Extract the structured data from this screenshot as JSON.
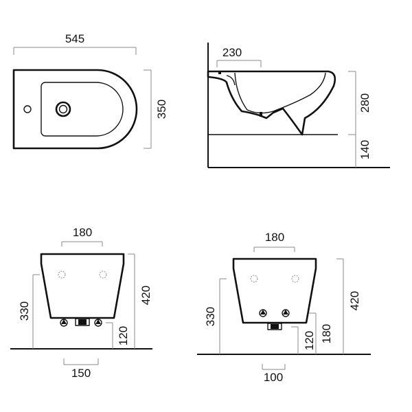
{
  "top_view": {
    "width": "545",
    "depth": "350"
  },
  "side_view": {
    "rim_depth": "230",
    "bowl_height": "280",
    "floor_offset": "140"
  },
  "front_view_left": {
    "top_width": "180",
    "total_height": "420",
    "inlet_height": "330",
    "outlet_height": "120",
    "outlet_spacing": "150"
  },
  "front_view_right": {
    "top_width": "180",
    "total_height": "420",
    "inlet_height": "330",
    "outlet_height": "120",
    "drain_height": "180",
    "drain_width": "100"
  }
}
